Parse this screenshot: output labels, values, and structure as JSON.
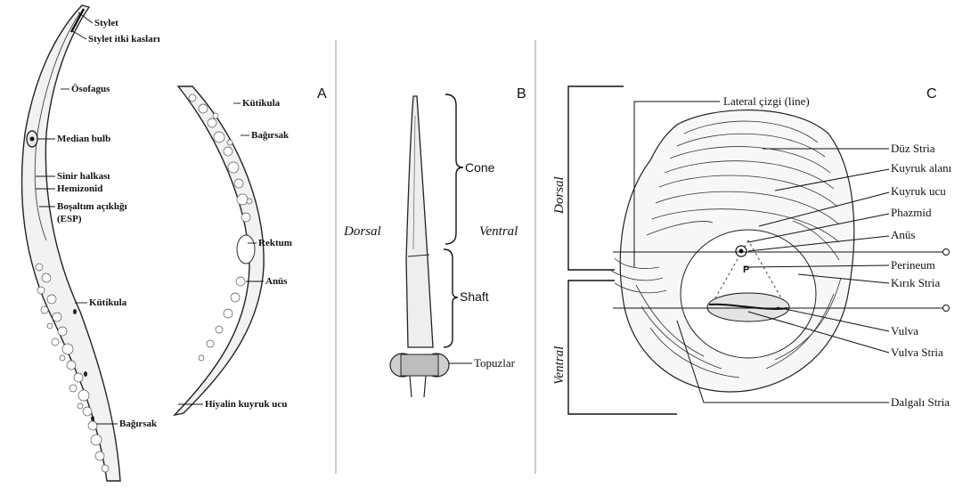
{
  "panels": {
    "a": {
      "letter": "A",
      "labels": {
        "stylet": "Stylet",
        "stylet_muscles": "Stylet itki kasları",
        "esophagus": "Ösofagus",
        "median_bulb": "Median bulb",
        "nerve_ring": "Sinir halkası",
        "hemizonid": "Hemizonid",
        "excretory_pore": "Boşaltım açıklığı",
        "excretory_pore_abbr": "(ESP)",
        "cuticle_left": "Kütikula",
        "intestine_left": "Bağırsak",
        "cuticle_right": "Kütikula",
        "intestine_right": "Bağırsak",
        "rectum": "Rektum",
        "anus": "Anüs",
        "hyaline_tail": "Hiyalin kuyruk ucu"
      }
    },
    "b": {
      "letter": "B",
      "labels": {
        "cone": "Cone",
        "shaft": "Shaft",
        "knobs": "Topuzlar",
        "dorsal": "Dorsal",
        "ventral": "Ventral"
      }
    },
    "c": {
      "letter": "C",
      "labels": {
        "lateral_line": "Lateral çizgi (line)",
        "smooth_striae": "Düz Stria",
        "tail_area": "Kuyruk alanı",
        "tail_tip": "Kuyruk ucu",
        "phasmid": "Phazmid",
        "anus": "Anüs",
        "perineum": "Perineum",
        "broken_striae": "Kırık Stria",
        "vulva": "Vulva",
        "vulva_striae": "Vulva Stria",
        "wavy_striae": "Dalgalı Stria",
        "dorsal": "Dorsal",
        "ventral": "Ventral",
        "p_marker": "P"
      }
    }
  }
}
